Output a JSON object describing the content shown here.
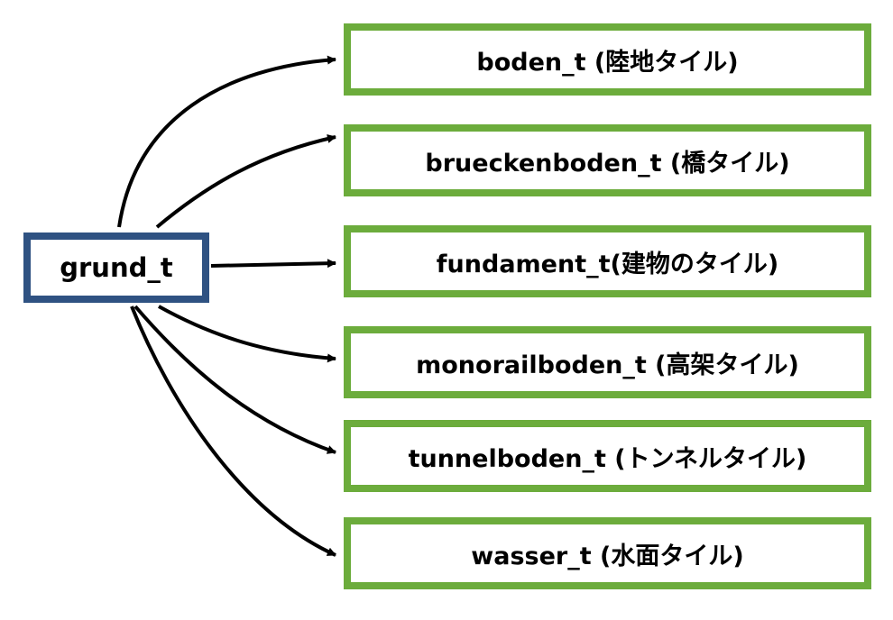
{
  "root": {
    "label": "grund_t",
    "border_color": "#2f5282"
  },
  "children": [
    {
      "label": "boden_t (陸地タイル)"
    },
    {
      "label": "brueckenboden_t (橋タイル)"
    },
    {
      "label": "fundament_t(建物のタイル)"
    },
    {
      "label": "monorailboden_t (高架タイル)"
    },
    {
      "label": "tunnelboden_t (トンネルタイル)"
    },
    {
      "label": "wasser_t (水面タイル)"
    }
  ],
  "child_border_color": "#6cac3c",
  "edge_color": "#000000"
}
